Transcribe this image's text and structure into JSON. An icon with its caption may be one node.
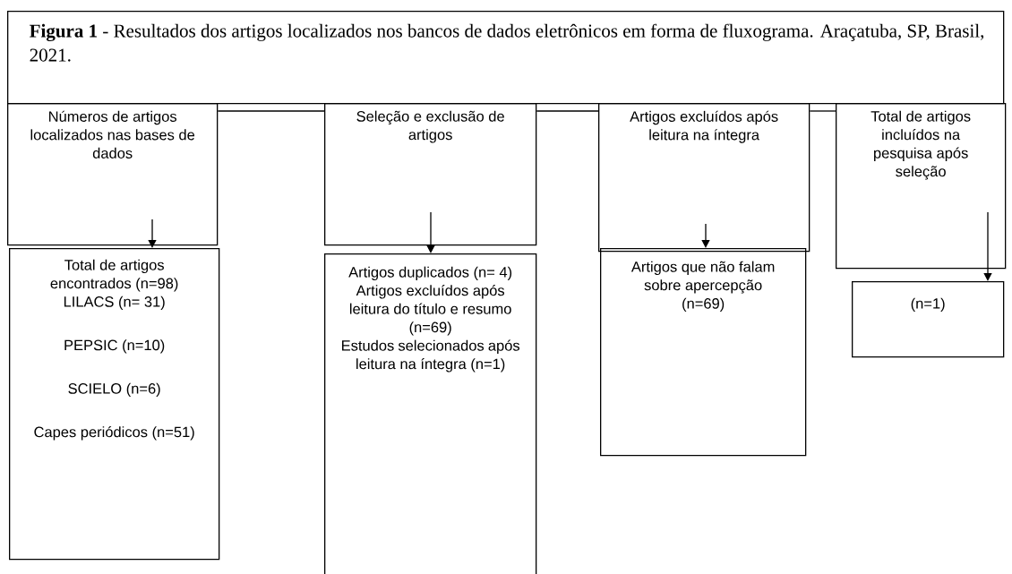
{
  "diagram": {
    "nodes": [
      {
        "text": [
          "**Figura 1** - Resultados dos artigos localizados nos bancos de dados eletrônicos em forma de fluxograma. Araçatuba, SP, Brasil, 2021."
        ]
      },
      {
        "text": [
          "Números de artigos localizados nas bases de dados"
        ]
      },
      {
        "text": [
          "Total de artigos encontrados (n=98)",
          "LILACS (n= 31)",
          "PEPSIC (n=10)",
          "SCIELO (n=6)",
          "Capes periódicos (n=51)"
        ]
      },
      {
        "text": [
          "Seleção e exclusão de artigos"
        ]
      },
      {
        "text": [
          "Artigos duplicados (n= 4)",
          "Artigos excluídos após leitura do título e resumo (n=69)",
          "Estudos selecionados após leitura na íntegra (n=1)"
        ]
      },
      {
        "text": [
          "Artigos excluídos após leitura na íntegra"
        ]
      },
      {
        "text": [
          "Artigos que não falam sobre apercepção (n=69)"
        ]
      },
      {
        "text": [
          "Total de artigos incluídos na pesquisa após seleção"
        ]
      },
      {
        "text": [
          "(n=1)"
        ]
      }
    ],
    "edges": [
      {
        "from": 1,
        "to": 3,
        "arrow": "none"
      },
      {
        "from": 3,
        "to": 5,
        "arrow": "none"
      },
      {
        "from": 5,
        "to": 7,
        "arrow": "none"
      },
      {
        "from": 1,
        "to": 2,
        "arrow": "to"
      },
      {
        "from": 3,
        "to": 4,
        "arrow": "to"
      },
      {
        "from": 5,
        "to": 6,
        "arrow": "to"
      },
      {
        "from": 7,
        "to": 8,
        "arrow": "to"
      }
    ]
  }
}
